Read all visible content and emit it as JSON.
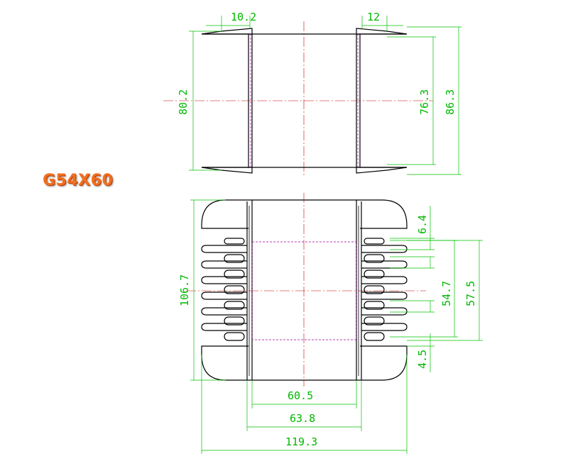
{
  "title": "G54X60",
  "colors": {
    "dimension": "#00b800",
    "outline": "#000000",
    "center_line": "#cc0000",
    "hidden_line": "#a000a0",
    "title": "#f07020"
  },
  "dimensions": {
    "top_left_width": "10.2",
    "top_right_width": "12",
    "top_height_left": "80.2",
    "top_height_inner": "76.3",
    "top_height_outer": "86.3",
    "front_height": "106.7",
    "slot_pitch": "6.4",
    "slots_span_inner": "54.7",
    "slots_span_outer": "57.5",
    "bottom_gap": "4.5",
    "inner_width": "60.5",
    "mid_width": "63.8",
    "overall_width": "119.3"
  }
}
